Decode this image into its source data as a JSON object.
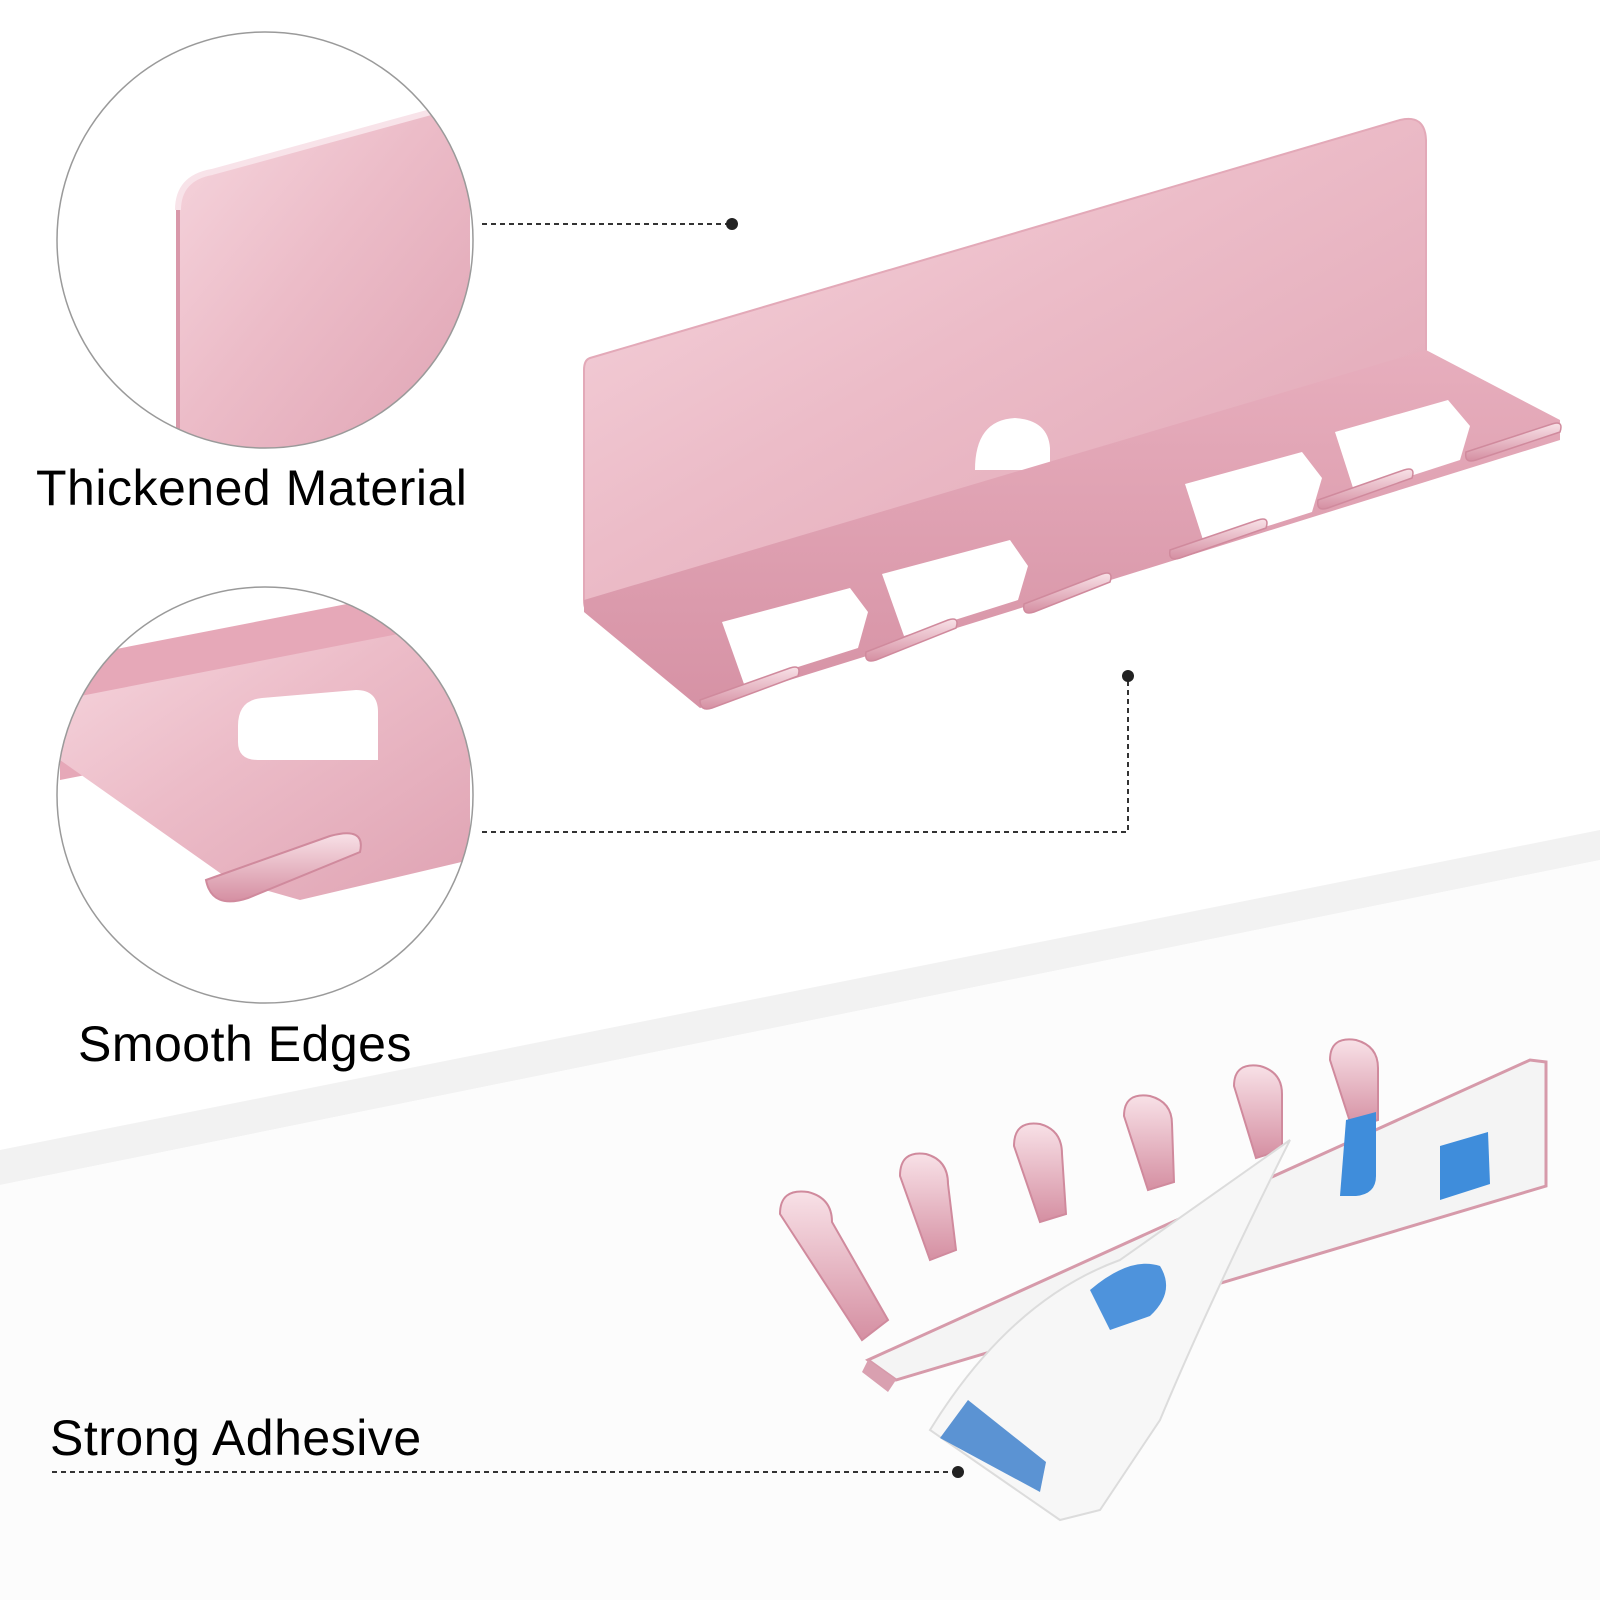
{
  "features": {
    "thickened_material": "Thickened Material",
    "smooth_edges": "Smooth Edges",
    "strong_adhesive": "Strong Adhesive"
  },
  "product": {
    "hook_count": 6,
    "finish_color": "#e9b4c1",
    "adhesive_backing_color": "#f4f4f4",
    "adhesive_tape_color": "#4a90d9"
  }
}
